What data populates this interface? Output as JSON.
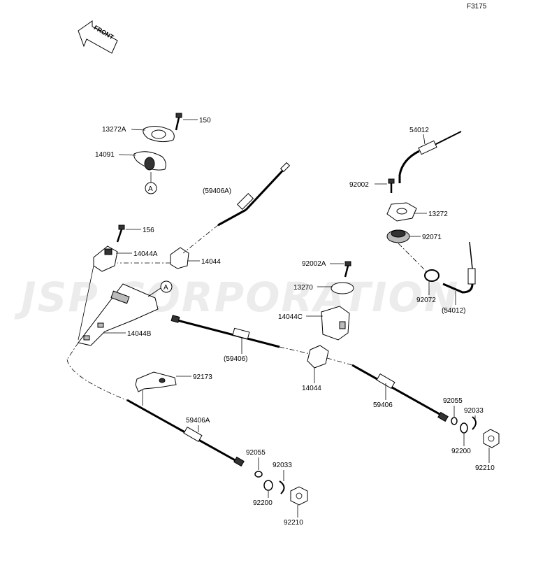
{
  "figure_code": "F3175",
  "front_label": "FRONT",
  "watermark": "JSP CORPORATION",
  "ref_marker": "A",
  "parts": {
    "p13272A": "13272A",
    "p150": "150",
    "p14091": "14091",
    "p59406A_paren": "(59406A)",
    "p156": "156",
    "p14044A": "14044A",
    "p14044_upper": "14044",
    "p14044B": "14044B",
    "p54012": "54012",
    "p92002": "92002",
    "p13272": "13272",
    "p92071": "92071",
    "p92072": "92072",
    "p54012_paren": "(54012)",
    "p92002A": "92002A",
    "p13270": "13270",
    "p14044C": "14044C",
    "p59406_paren": "(59406)",
    "p14044_lower": "14044",
    "p92173": "92173",
    "p59406A": "59406A",
    "p59406": "59406",
    "p92055_left": "92055",
    "p92033_left": "92033",
    "p92200_left": "92200",
    "p92210_left": "92210",
    "p92055_right": "92055",
    "p92033_right": "92033",
    "p92200_right": "92200",
    "p92210_right": "92210"
  }
}
